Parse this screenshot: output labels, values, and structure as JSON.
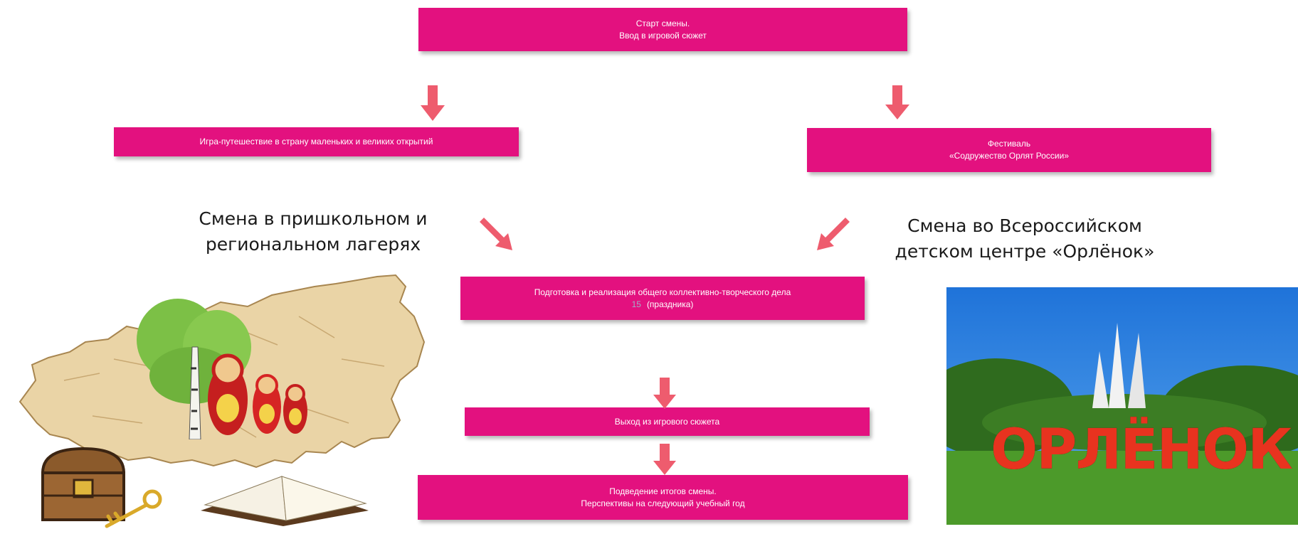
{
  "flow": {
    "start": {
      "line1": "Старт смены.",
      "line2": "Ввод в игровой сюжет"
    },
    "left": {
      "label": "Игра-путешествие в страну маленьких и великих открытий"
    },
    "right": {
      "line1": "Фестиваль",
      "line2": "«Содружество Орлят России»"
    },
    "middle": {
      "line1": "Подготовка и реализация общего коллективно-творческого дела",
      "num": "15",
      "line2": "(праздника)"
    },
    "exit": {
      "label": "Выход из игрового сюжета"
    },
    "summary": {
      "line1": "Подведение итогов смены.",
      "line2": "Перспективы на следующий учебный год"
    }
  },
  "captions": {
    "left": {
      "line1": "Смена в пришкольном и",
      "line2": "региональном лагерях"
    },
    "right": {
      "line1": "Смена во Всероссийском",
      "line2": "детском центре «Орлёнок»"
    }
  },
  "photo": {
    "word": "ОРЛЁНОК"
  },
  "colors": {
    "box": "#e3117f",
    "arrow": "#ee5c6e",
    "text": "#1a1a1a"
  }
}
